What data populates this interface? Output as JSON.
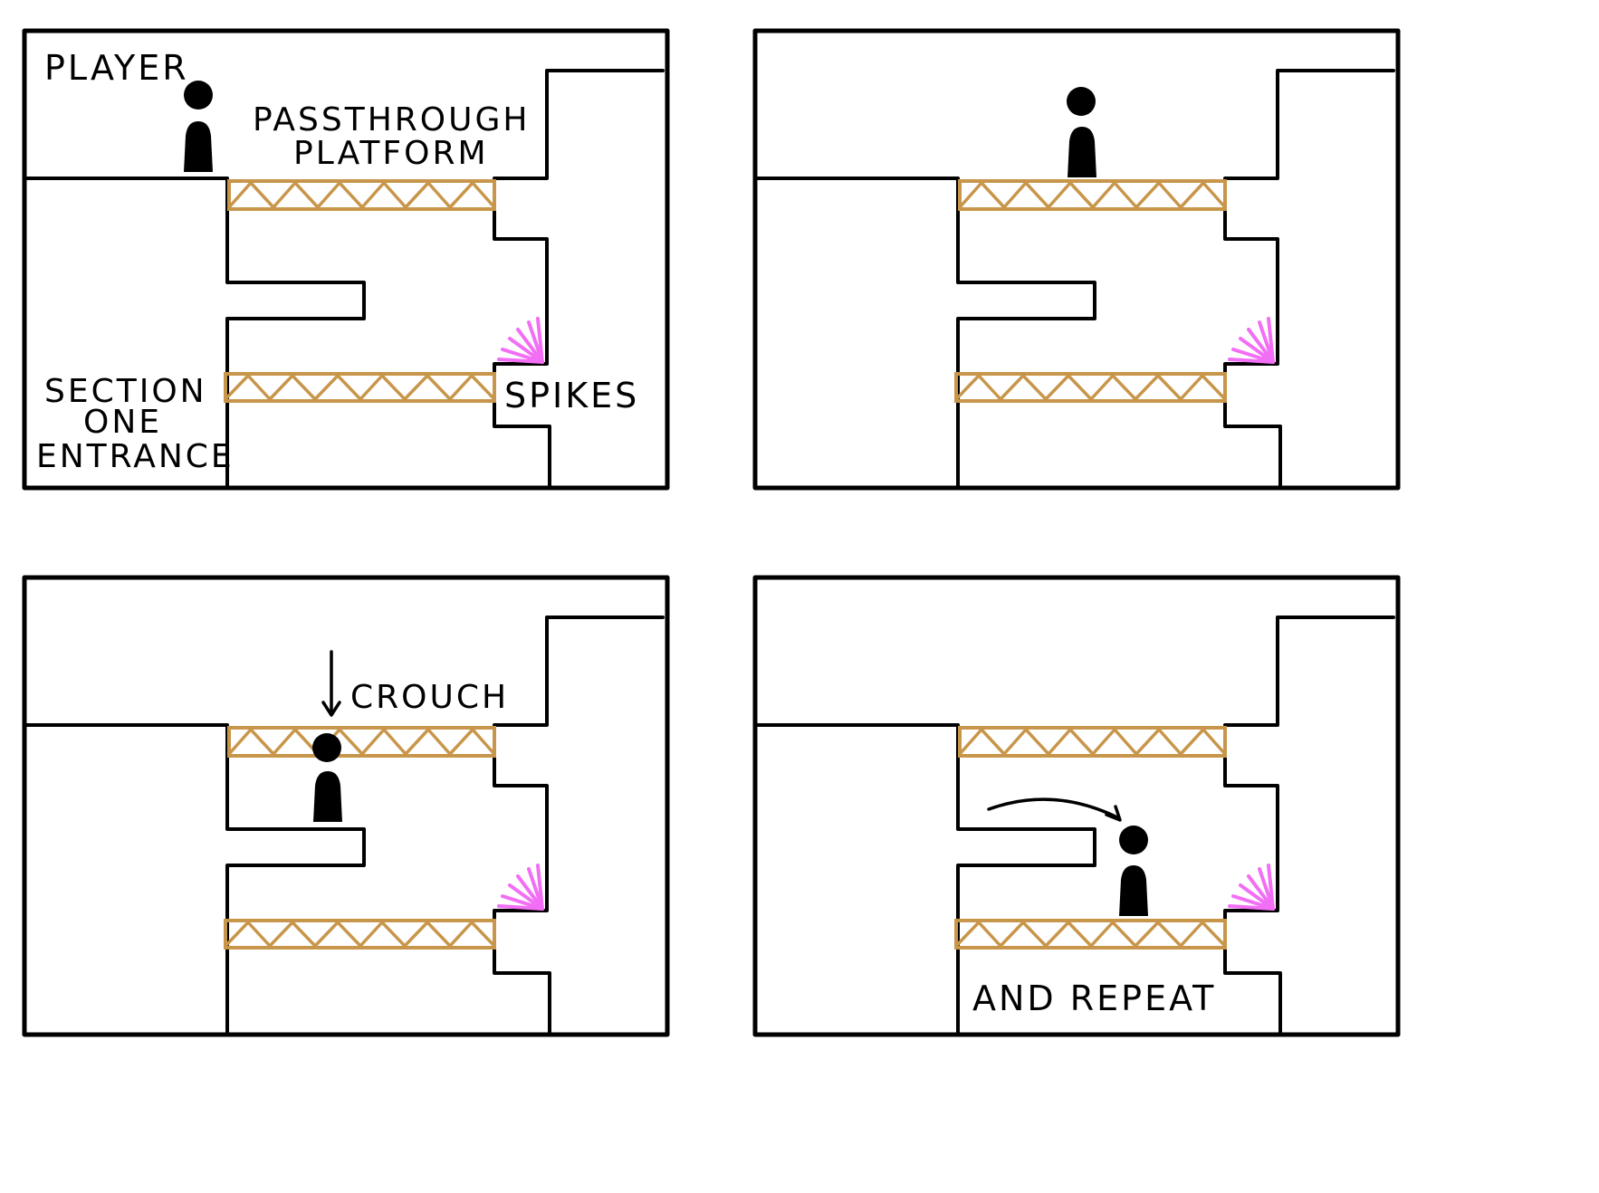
{
  "labels": {
    "player": "PLAYER",
    "passthrough_line1": "PASSTHROUGH",
    "passthrough_line2": "PLATFORM",
    "section_line1": "SECTION",
    "section_line2": "ONE",
    "section_line3": "ENTRANCE",
    "spikes": "SPIKES",
    "crouch": "CROUCH",
    "repeat": "AND REPEAT"
  },
  "colors": {
    "platform": "#c8964a",
    "spikes": "#f26ef5",
    "ink": "#000000"
  },
  "panels": [
    {
      "step": 1,
      "player_location": "upper ledge",
      "annotations": [
        "PLAYER",
        "PASSTHROUGH PLATFORM",
        "SECTION ONE ENTRANCE",
        "SPIKES"
      ]
    },
    {
      "step": 2,
      "player_location": "on upper passthrough platform",
      "annotations": []
    },
    {
      "step": 3,
      "player_location": "dropping through upper platform",
      "annotations": [
        "CROUCH"
      ]
    },
    {
      "step": 4,
      "player_location": "on lower passthrough platform",
      "annotations": [
        "AND REPEAT"
      ]
    }
  ]
}
